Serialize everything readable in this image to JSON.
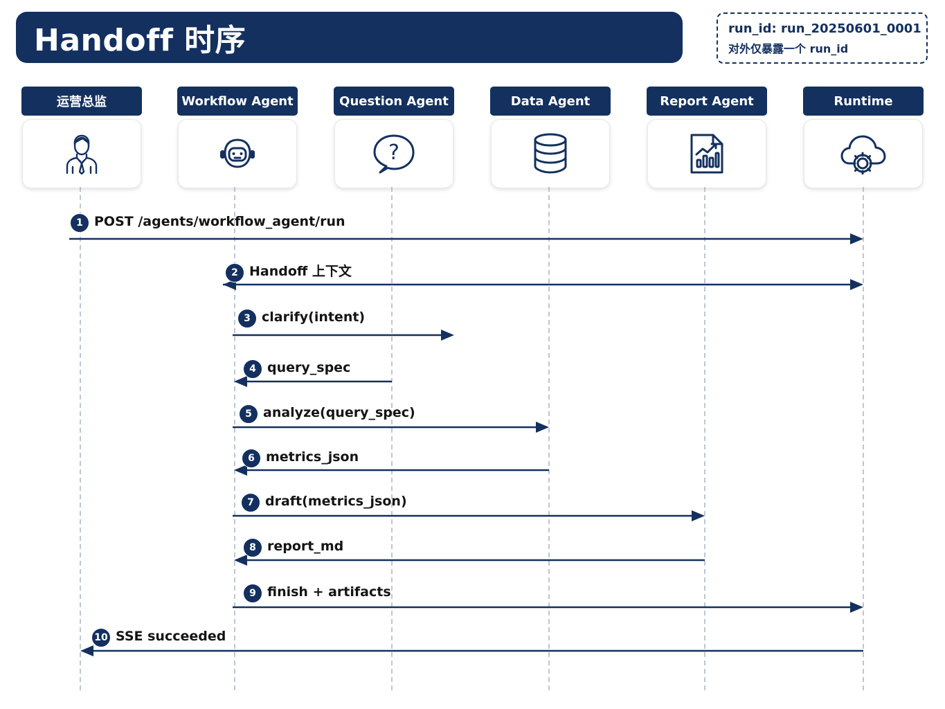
{
  "title": "Handoff 时序",
  "run_info": {
    "run_id": "run_id: run_20250601_0001",
    "note": "对外仅暴露一个 run_id"
  },
  "actors": [
    {
      "label": "运营总监",
      "icon": "person-icon"
    },
    {
      "label": "Workflow Agent",
      "icon": "robot-icon"
    },
    {
      "label": "Question Agent",
      "icon": "question-bubble-icon"
    },
    {
      "label": "Data Agent",
      "icon": "database-icon"
    },
    {
      "label": "Report Agent",
      "icon": "report-chart-icon"
    },
    {
      "label": "Runtime",
      "icon": "cloud-gear-icon"
    }
  ],
  "messages": [
    {
      "num": "1",
      "label": "POST /agents/workflow_agent/run",
      "from": 0,
      "to": 5
    },
    {
      "num": "2",
      "label": "Handoff 上下文",
      "from": 1,
      "to": 5,
      "bidirectional": true
    },
    {
      "num": "3",
      "label": "clarify(intent)",
      "from": 1,
      "to": 2
    },
    {
      "num": "4",
      "label": "query_spec",
      "from": 2,
      "to": 1
    },
    {
      "num": "5",
      "label": "analyze(query_spec)",
      "from": 1,
      "to": 3
    },
    {
      "num": "6",
      "label": "metrics_json",
      "from": 3,
      "to": 1
    },
    {
      "num": "7",
      "label": "draft(metrics_json)",
      "from": 1,
      "to": 4
    },
    {
      "num": "8",
      "label": "report_md",
      "from": 4,
      "to": 1
    },
    {
      "num": "9",
      "label": "finish + artifacts",
      "from": 1,
      "to": 5
    },
    {
      "num": "10",
      "label": "SSE succeeded",
      "from": 5,
      "to": 0
    }
  ],
  "colors": {
    "primary": "#13305f",
    "lifeline": "#9aa7bd",
    "text": "#141414"
  }
}
